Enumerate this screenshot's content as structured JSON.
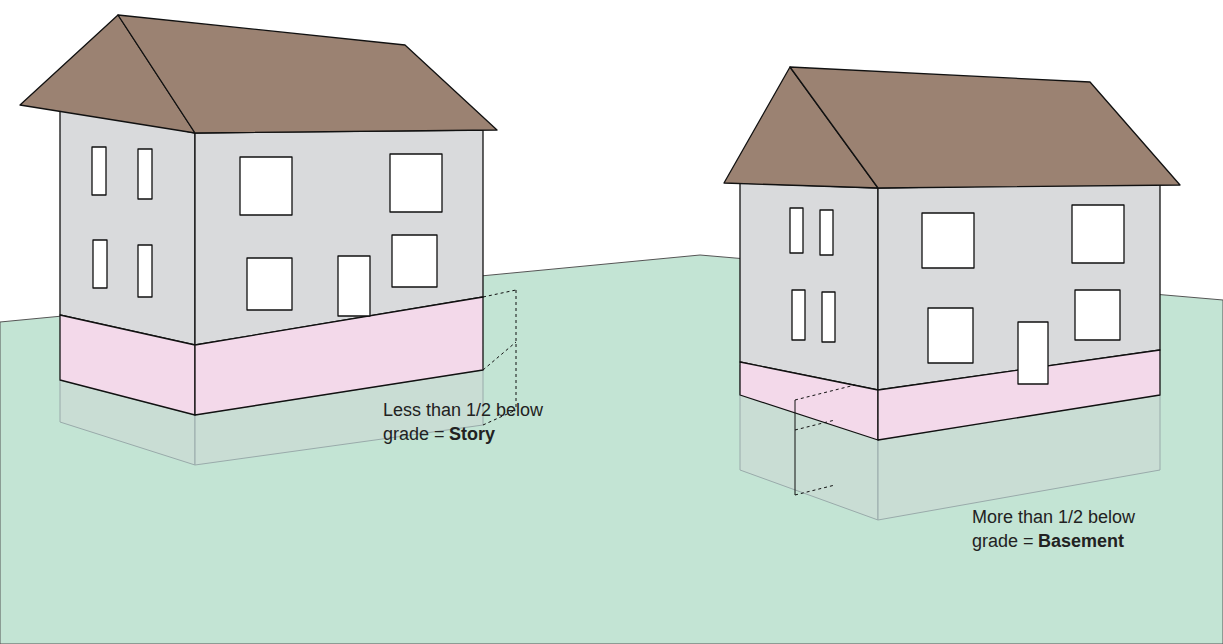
{
  "diagram": {
    "labels": [
      "Less than 1/2 below grade =",
      "Story",
      "More than 1/2 below grade =",
      "Basement"
    ]
  }
}
